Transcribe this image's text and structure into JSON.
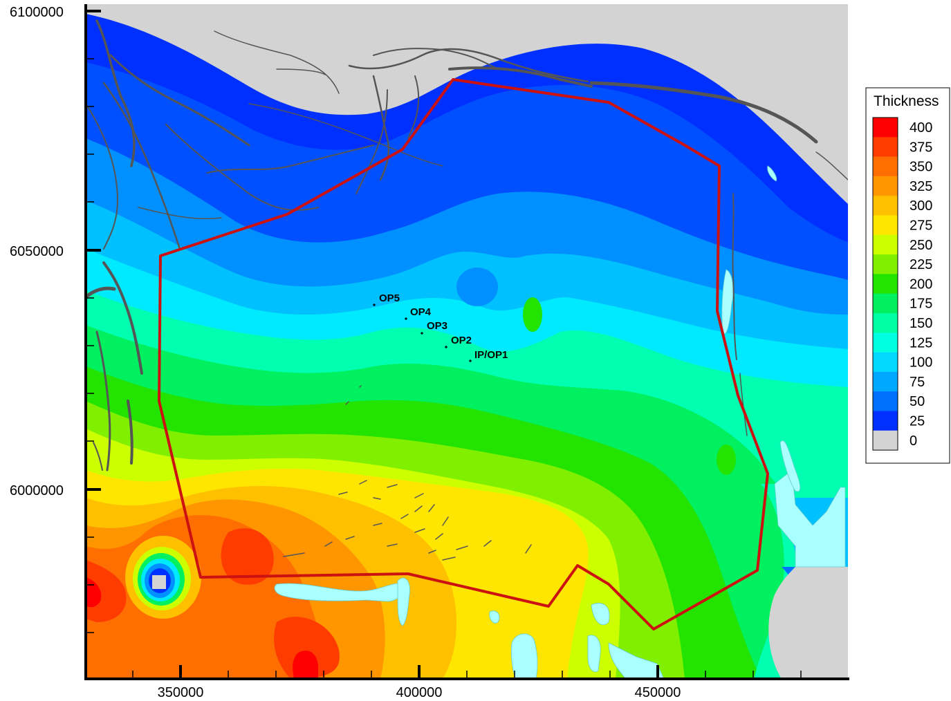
{
  "map": {
    "x_axis": {
      "ticks": [
        "350000",
        "400000",
        "450000"
      ]
    },
    "y_axis": {
      "ticks": [
        "6100000",
        "6050000",
        "6000000"
      ]
    },
    "wells": [
      {
        "label": "OP5"
      },
      {
        "label": "OP4"
      },
      {
        "label": "OP3"
      },
      {
        "label": "OP2"
      },
      {
        "label": "IP/OP1"
      }
    ],
    "legend": {
      "title": "Thickness",
      "entries": [
        {
          "value": "400",
          "color": "#ff0000"
        },
        {
          "value": "375",
          "color": "#ff3c00"
        },
        {
          "value": "350",
          "color": "#ff6e00"
        },
        {
          "value": "325",
          "color": "#ff9600"
        },
        {
          "value": "300",
          "color": "#ffc000"
        },
        {
          "value": "275",
          "color": "#ffe600"
        },
        {
          "value": "250",
          "color": "#ccff00"
        },
        {
          "value": "225",
          "color": "#80f000"
        },
        {
          "value": "200",
          "color": "#22e400"
        },
        {
          "value": "175",
          "color": "#00f060"
        },
        {
          "value": "150",
          "color": "#00ffa0"
        },
        {
          "value": "125",
          "color": "#00ffe0"
        },
        {
          "value": "100",
          "color": "#00d8ff"
        },
        {
          "value": "75",
          "color": "#00a8ff"
        },
        {
          "value": "50",
          "color": "#0070ff"
        },
        {
          "value": "25",
          "color": "#0030ff"
        },
        {
          "value": "0",
          "color": "#d3d3d3"
        }
      ]
    },
    "colors": {
      "boundary": "#cc1111",
      "faults": "#555555",
      "no_data": "#d3d3d3",
      "water": "#aaffff"
    }
  }
}
